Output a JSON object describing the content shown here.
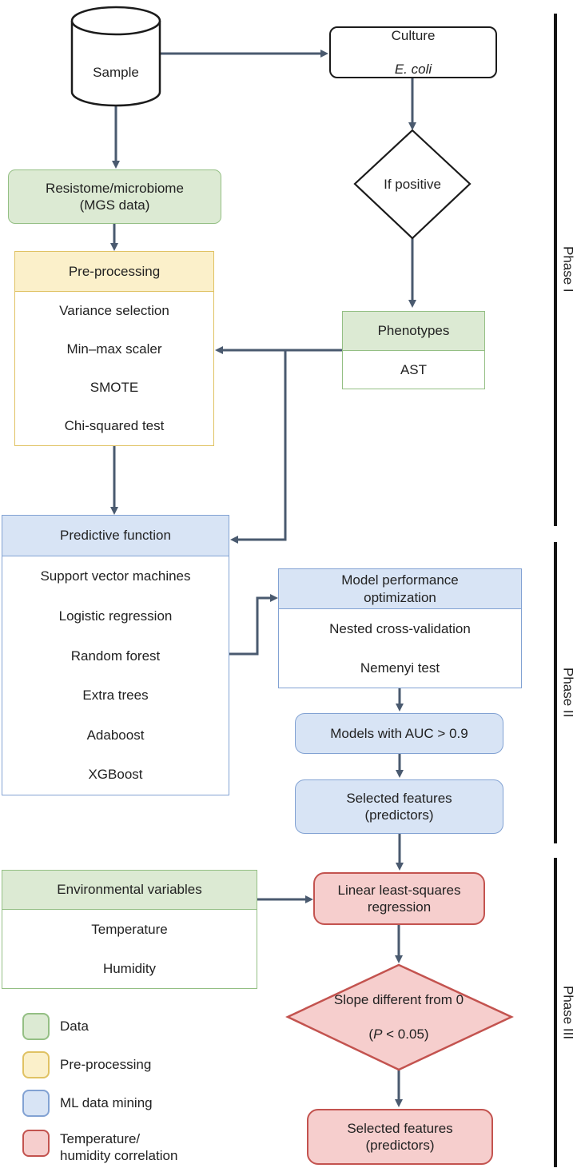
{
  "palette": {
    "connector": "#4a5a6f",
    "outline": "#1b1b1b",
    "green_fill": "#dcead3",
    "green_border": "#94bf84",
    "yellow_fill": "#fbf0ca",
    "yellow_border": "#e0c263",
    "blue_fill": "#d8e4f5",
    "blue_border": "#82a2d3",
    "red_fill": "#f6cecd",
    "red_border": "#c3534f",
    "phase_bar": "#141414"
  },
  "nodes": {
    "sample": {
      "label": "Sample"
    },
    "culture": {
      "line1": "Culture",
      "line2": "E. coli"
    },
    "if_positive": {
      "label": "If positive"
    },
    "resistome": {
      "label": "Resistome/microbiome\n(MGS data)"
    },
    "preprocessing": {
      "title": "Pre-processing",
      "items": [
        "Variance selection",
        "Min–max scaler",
        "SMOTE",
        "Chi-squared test"
      ]
    },
    "phenotypes": {
      "title": "Phenotypes",
      "items": [
        "AST"
      ]
    },
    "predictive": {
      "title": "Predictive function",
      "items": [
        "Support vector machines",
        "Logistic regression",
        "Random forest",
        "Extra trees",
        "Adaboost",
        "XGBoost"
      ]
    },
    "model_performance": {
      "title": "Model performance\noptimization",
      "items": [
        "Nested cross-validation",
        "Nemenyi test"
      ]
    },
    "auc": {
      "label": "Models with AUC > 0.9"
    },
    "selected_features_ml": {
      "label": "Selected features\n(predictors)"
    },
    "environment": {
      "title": "Environmental variables",
      "items": [
        "Temperature",
        "Humidity"
      ]
    },
    "linear_regression": {
      "label": "Linear least-squares\nregression"
    },
    "slope": {
      "line1": "Slope different from 0",
      "line2_open": "(",
      "line2_p": "P",
      "line2_rest": " < 0.05)"
    },
    "selected_features_corr": {
      "label": "Selected features\n(predictors)"
    }
  },
  "legend": {
    "items": [
      {
        "label": "Data"
      },
      {
        "label": "Pre-processing"
      },
      {
        "label": "ML data mining"
      },
      {
        "label": "Temperature/\nhumidity correlation"
      }
    ]
  },
  "phases": {
    "phase1": "Phase I",
    "phase2": "Phase II",
    "phase3": "Phase III"
  }
}
